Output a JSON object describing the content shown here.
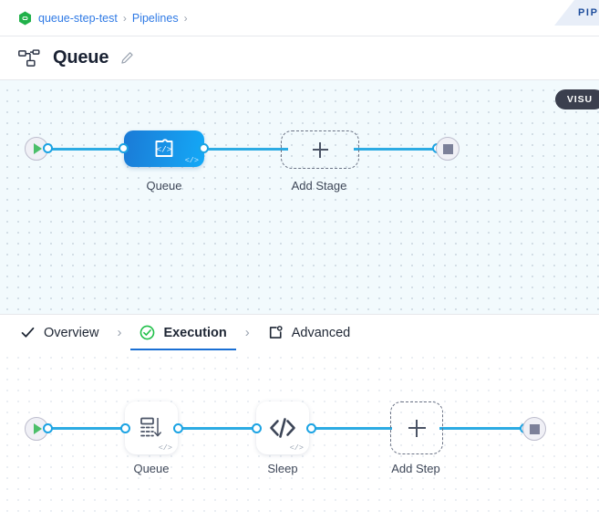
{
  "ribbon": {
    "text": "PIPE",
    "color": "#1f4e9c",
    "bg": "#e8eef8"
  },
  "breadcrumb": {
    "project_icon": "hexagon-link-icon",
    "items": [
      {
        "label": "queue-step-test",
        "link": true
      },
      {
        "label": "Pipelines",
        "link": true
      }
    ],
    "separator": "›",
    "link_color": "#2f7ae5"
  },
  "header": {
    "icon": "pipeline-nodes-icon",
    "title": "Queue",
    "edit_icon": "pencil-icon",
    "visualize_button": {
      "label": "VISU",
      "bg": "#3b3f4e",
      "text_color": "#ffffff"
    }
  },
  "stage_canvas": {
    "background": "#f2fafd",
    "grid": "dots",
    "start_node": {
      "icon": "play-icon",
      "color": "#4cbf6a"
    },
    "end_node": {
      "icon": "stop-square-icon",
      "color": "#7c8099"
    },
    "nodes": [
      {
        "label": "Queue",
        "type": "stage",
        "style": "blue-gradient",
        "icon": "puzzle-code-icon",
        "badge": "</>"
      },
      {
        "label": "Add Stage",
        "type": "add",
        "style": "dashed",
        "icon": "plus-icon"
      }
    ],
    "edge_color": "#2cabe3"
  },
  "tabs": {
    "separator": "›",
    "items": [
      {
        "label": "Overview",
        "icon": "check-icon",
        "active": false
      },
      {
        "label": "Execution",
        "icon": "check-circle-green-icon",
        "active": true
      },
      {
        "label": "Advanced",
        "icon": "settings-box-icon",
        "active": false
      }
    ],
    "active_underline_color": "#1a6fd4"
  },
  "step_canvas": {
    "background": "#ffffff",
    "grid": "dots",
    "start_node": {
      "icon": "play-icon",
      "color": "#4cbf6a"
    },
    "end_node": {
      "icon": "stop-square-icon",
      "color": "#7c8099"
    },
    "nodes": [
      {
        "label": "Queue",
        "type": "step",
        "style": "white",
        "icon": "queue-stack-icon",
        "badge": "</>"
      },
      {
        "label": "Sleep",
        "type": "step",
        "style": "white",
        "icon": "code-brackets-icon",
        "badge": "</>"
      },
      {
        "label": "Add Step",
        "type": "add",
        "style": "dashed",
        "icon": "plus-icon"
      }
    ],
    "edge_color": "#2cabe3"
  }
}
